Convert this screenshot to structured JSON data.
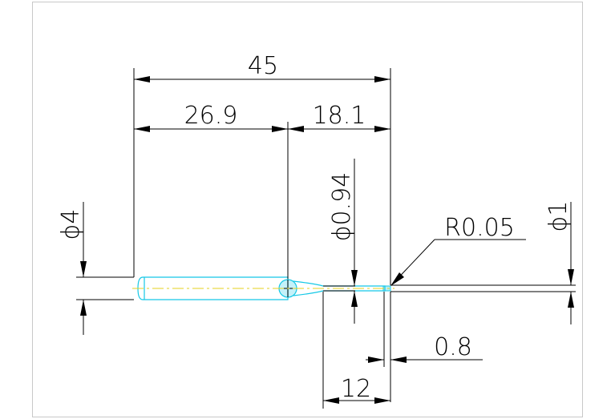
{
  "drawing": {
    "dimensions": {
      "overall_length": "45",
      "shank_length": "26.9",
      "flute_length": "18.1",
      "shank_diameter": "ϕ4",
      "neck_diameter": "ϕ0.94",
      "corner_radius": "R0.05",
      "tip_diameter": "ϕ1",
      "tip_length": "0.8",
      "neck_length": "12"
    },
    "colors": {
      "background": "#ffffff",
      "frame": "#c8c8c8",
      "dimension": "#000000",
      "tool_outline": "#14c8e6",
      "center_line": "#e6d21e"
    }
  }
}
